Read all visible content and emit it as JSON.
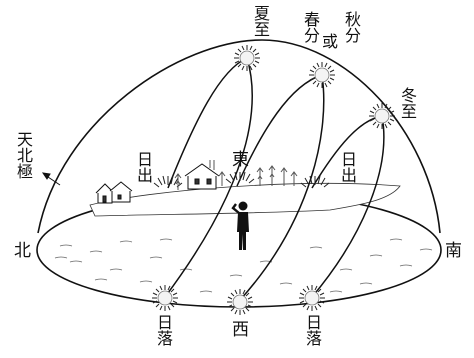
{
  "labels": {
    "summer_solstice": "夏至",
    "equinox_spring": "春分",
    "equinox_or": "或",
    "equinox_autumn": "秋分",
    "winter_solstice": "冬至",
    "celestial_pole": "天北極",
    "sunrise_left": "日出",
    "sunrise_right": "日出",
    "east": "東",
    "north": "北",
    "south": "南",
    "sunset_left": "日落",
    "west": "西",
    "sunset_right": "日落"
  },
  "icons": {
    "sun": "sun-icon",
    "person": "person-icon",
    "house": "house-icon",
    "arrow": "pointer-arrow-icon"
  }
}
